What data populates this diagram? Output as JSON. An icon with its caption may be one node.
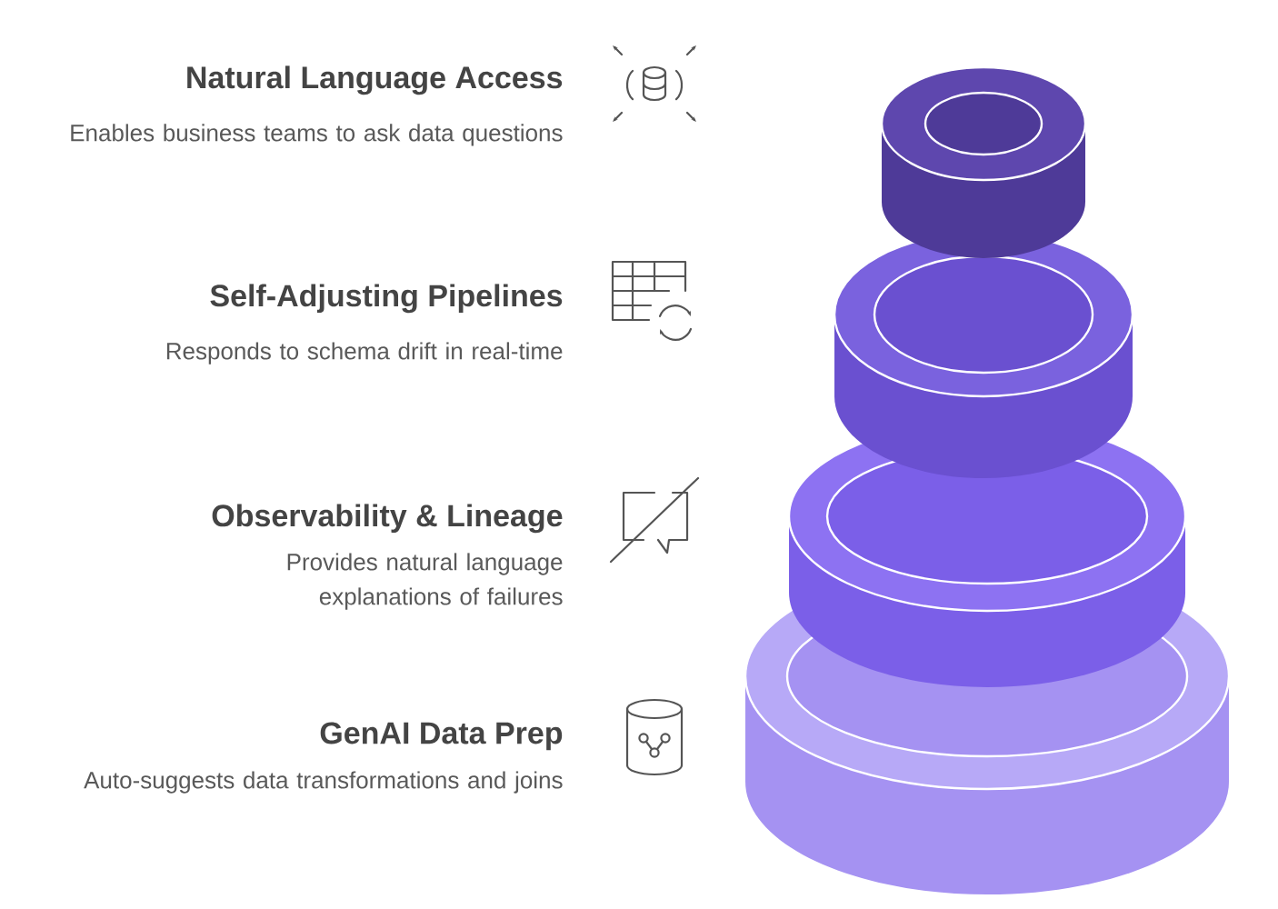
{
  "diagram": {
    "labels": [
      "Natural Language Access",
      "Enables business teams to ask data questions",
      "Self-Adjusting Pipelines",
      "Responds to schema drift in real-time",
      "Observability & Lineage",
      "Provides natural language explanations of failures",
      "GenAI Data Prep",
      "Auto-suggests data transformations and joins"
    ]
  }
}
